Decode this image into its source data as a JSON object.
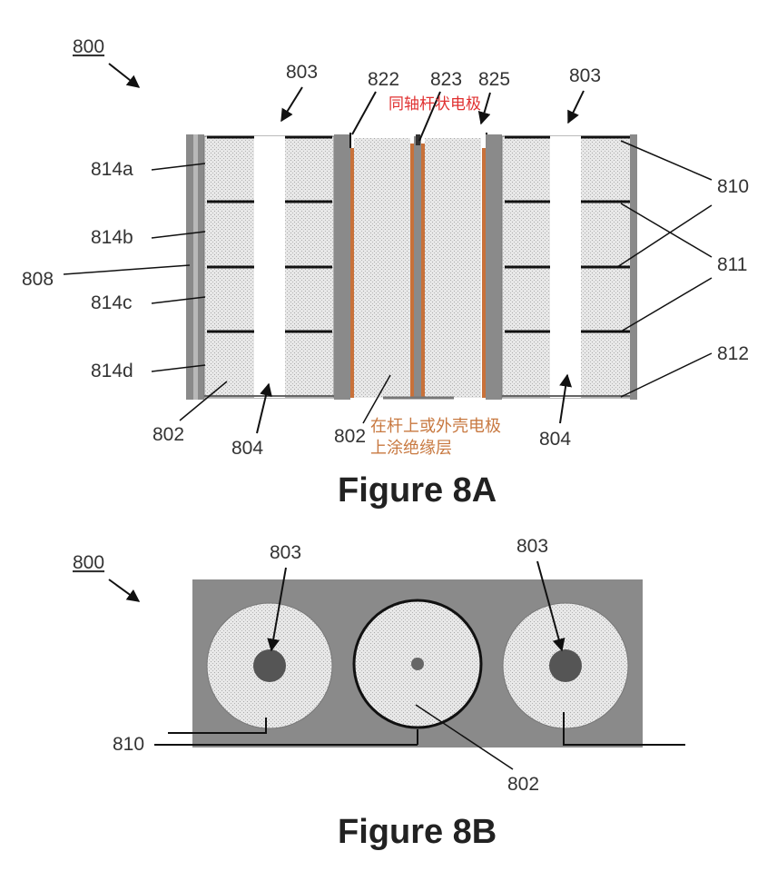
{
  "figure_a": {
    "ref": "800",
    "title": "Figure 8A",
    "labels": {
      "l803_left": "803",
      "l822": "822",
      "l823": "823",
      "l825": "825",
      "l803_right": "803",
      "l814a": "814a",
      "l814b": "814b",
      "l808": "808",
      "l814c": "814c",
      "l814d": "814d",
      "l810": "810",
      "l811": "811",
      "l812": "812",
      "l802_left": "802",
      "l804_left": "804",
      "l802_mid": "802",
      "l804_right": "804"
    },
    "annotation_top": "同轴杆状电极",
    "annotation_bottom_1": "在杆上或外壳电极",
    "annotation_bottom_2": "上涂绝缘层"
  },
  "figure_b": {
    "ref": "800",
    "title": "Figure 8B",
    "labels": {
      "l803_left": "803",
      "l803_right": "803",
      "l810": "810",
      "l802": "802"
    }
  },
  "colors": {
    "dark_gray": "#8a8a8a",
    "dot_fill": "#e6e6e6",
    "copper": "#c8713a",
    "separator": "#111111",
    "annotation_red": "#e03030",
    "annotation_brown": "#c87941"
  }
}
